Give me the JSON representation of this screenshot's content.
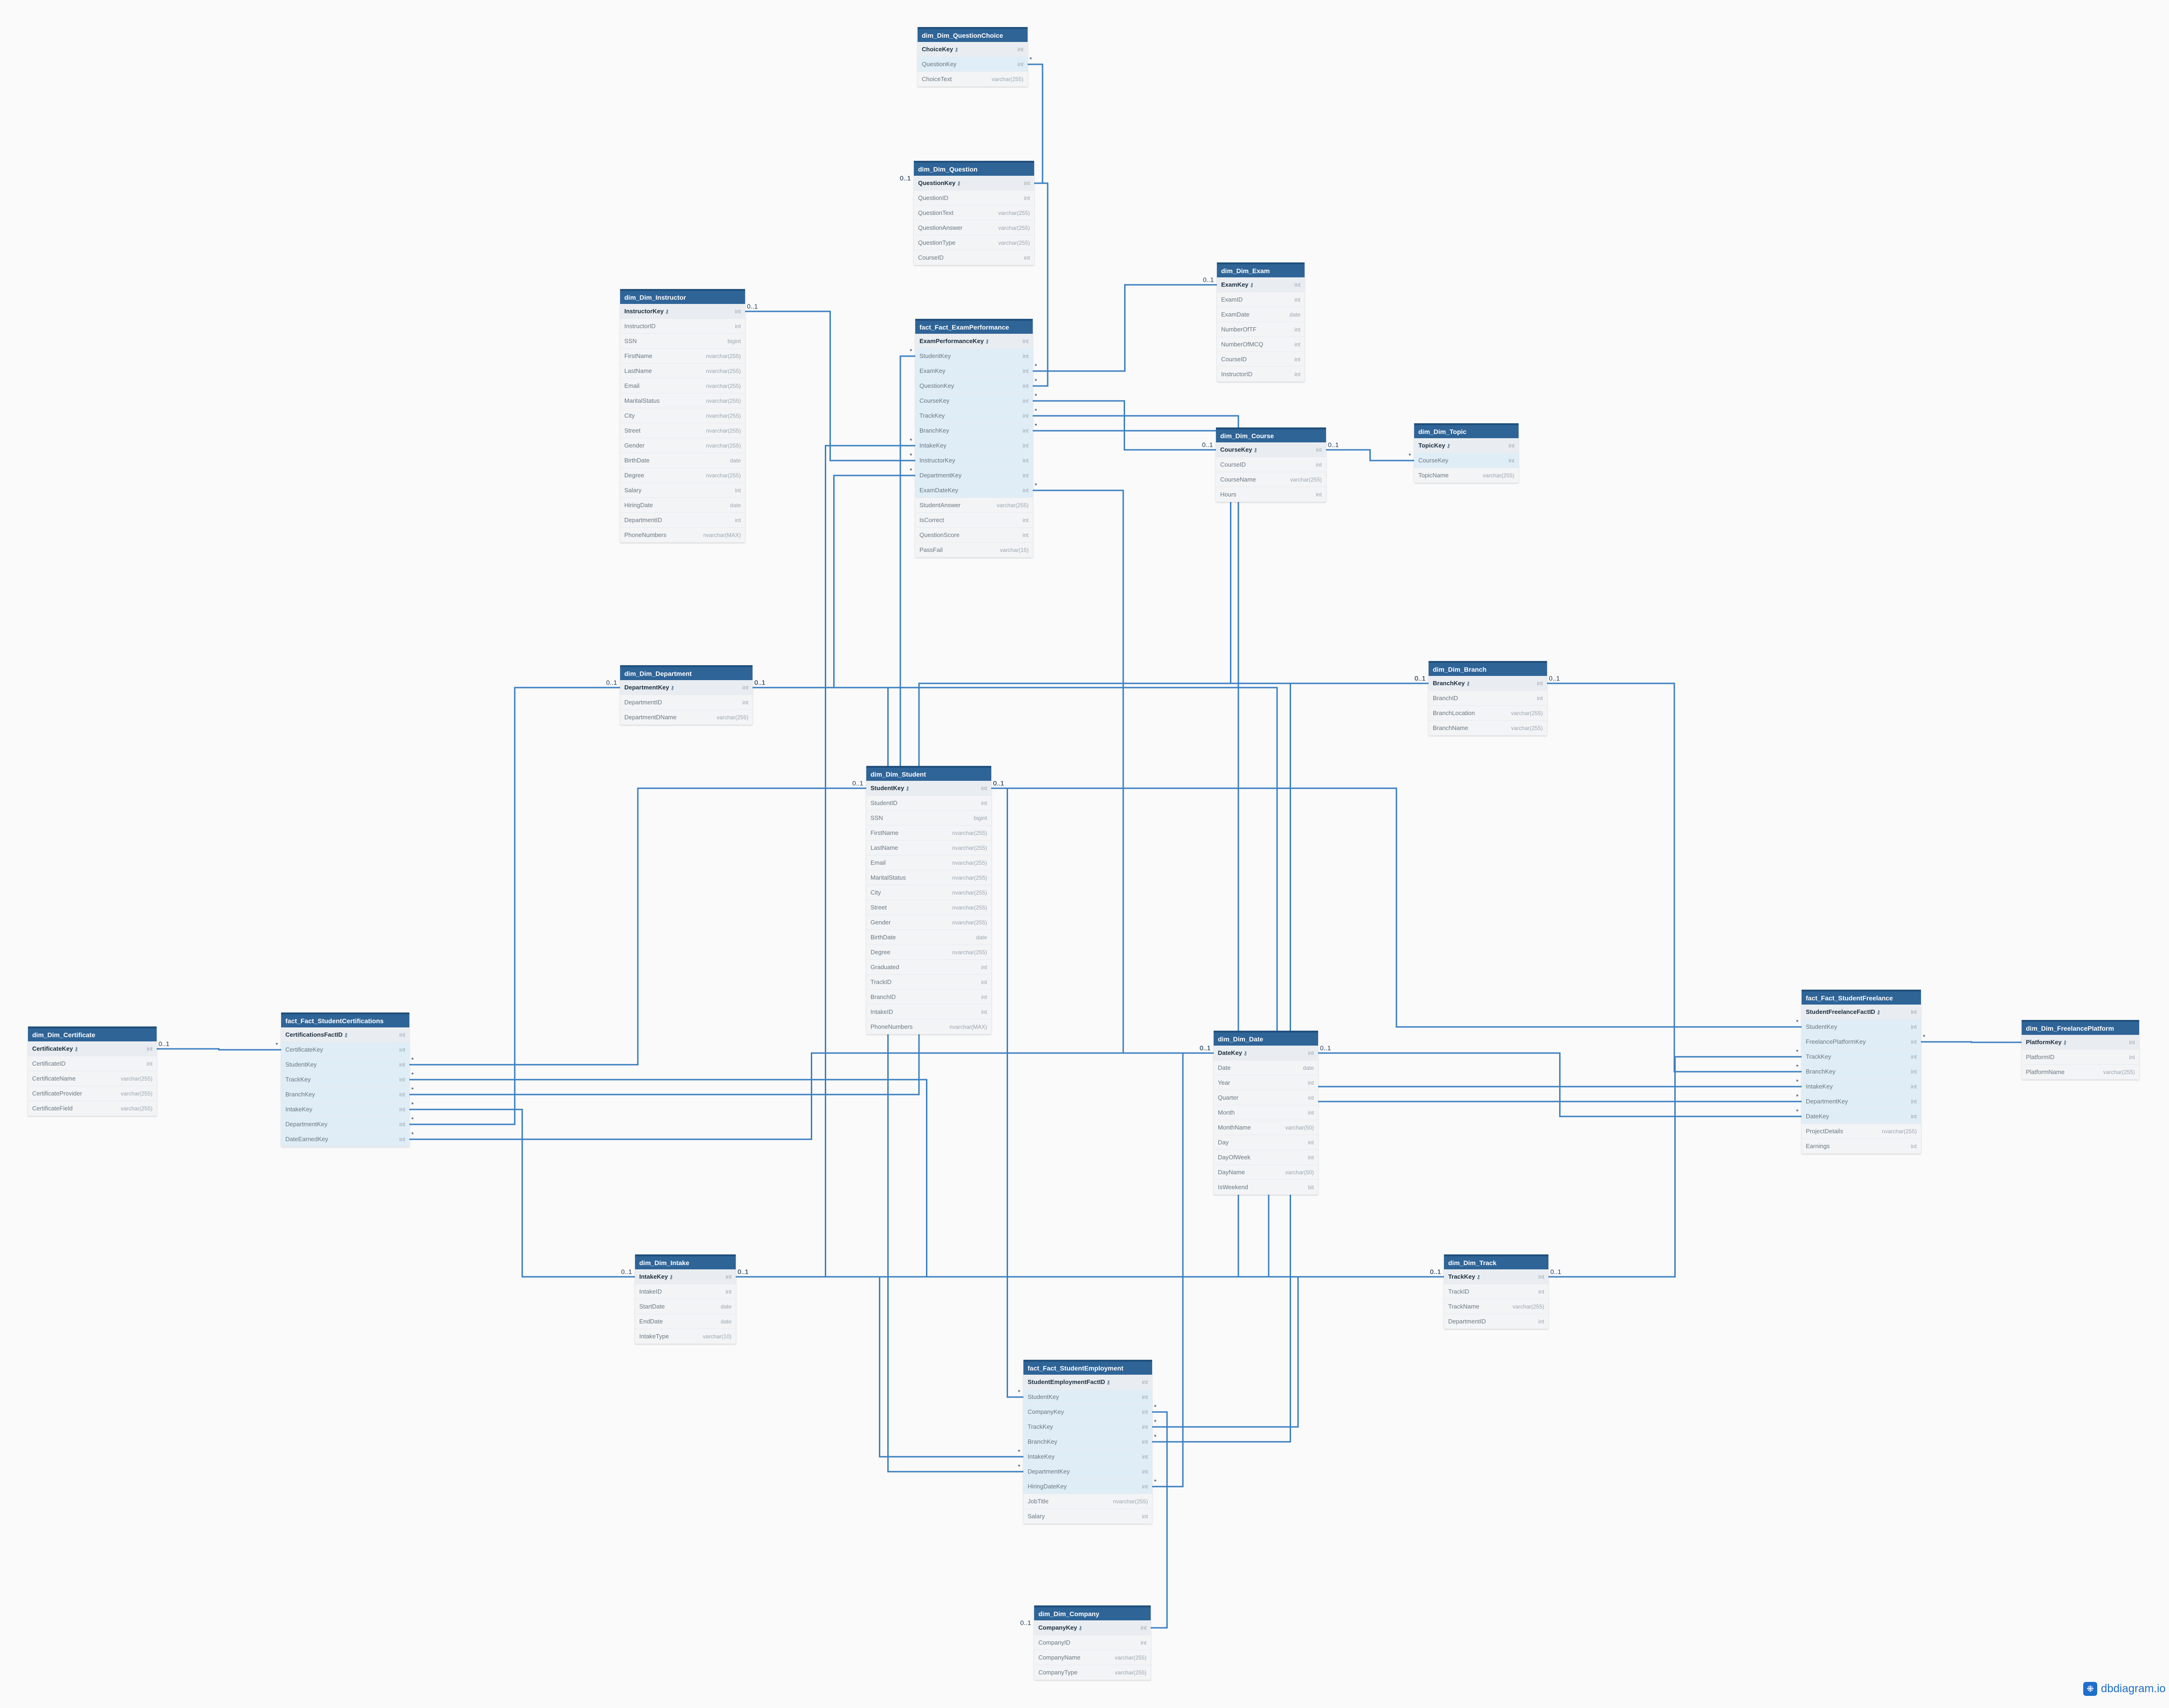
{
  "branding": {
    "logo_text": "dbdiagram.io",
    "logo_icon": "share-nodes-icon"
  },
  "colors": {
    "header": "#2f6497",
    "connector": "#3a7fc1",
    "fk_row": "#dfedf6"
  },
  "tables": [
    {
      "id": "t_choice",
      "name": "dim_Dim_QuestionChoice",
      "fields": [
        {
          "name": "ChoiceKey",
          "type": "int",
          "pk": true
        },
        {
          "name": "QuestionKey",
          "type": "int",
          "fk": true
        },
        {
          "name": "ChoiceText",
          "type": "varchar(255)"
        }
      ]
    },
    {
      "id": "t_question",
      "name": "dim_Dim_Question",
      "fields": [
        {
          "name": "QuestionKey",
          "type": "int",
          "pk": true
        },
        {
          "name": "QuestionID",
          "type": "int"
        },
        {
          "name": "QuestionText",
          "type": "varchar(255)"
        },
        {
          "name": "QuestionAnswer",
          "type": "varchar(255)"
        },
        {
          "name": "QuestionType",
          "type": "varchar(255)"
        },
        {
          "name": "CourseID",
          "type": "int"
        }
      ]
    },
    {
      "id": "t_instructor",
      "name": "dim_Dim_Instructor",
      "fields": [
        {
          "name": "InstructorKey",
          "type": "int",
          "pk": true
        },
        {
          "name": "InstructorID",
          "type": "int"
        },
        {
          "name": "SSN",
          "type": "bigint"
        },
        {
          "name": "FirstName",
          "type": "nvarchar(255)"
        },
        {
          "name": "LastName",
          "type": "nvarchar(255)"
        },
        {
          "name": "Email",
          "type": "nvarchar(255)"
        },
        {
          "name": "MaritalStatus",
          "type": "nvarchar(255)"
        },
        {
          "name": "City",
          "type": "nvarchar(255)"
        },
        {
          "name": "Street",
          "type": "nvarchar(255)"
        },
        {
          "name": "Gender",
          "type": "nvarchar(255)"
        },
        {
          "name": "BirthDate",
          "type": "date"
        },
        {
          "name": "Degree",
          "type": "nvarchar(255)"
        },
        {
          "name": "Salary",
          "type": "int"
        },
        {
          "name": "HiringDate",
          "type": "date"
        },
        {
          "name": "DepartmentID",
          "type": "int"
        },
        {
          "name": "PhoneNumbers",
          "type": "nvarchar(MAX)"
        }
      ]
    },
    {
      "id": "t_examperf",
      "name": "fact_Fact_ExamPerformance",
      "fields": [
        {
          "name": "ExamPerformanceKey",
          "type": "int",
          "pk": true
        },
        {
          "name": "StudentKey",
          "type": "int",
          "fk": true
        },
        {
          "name": "ExamKey",
          "type": "int",
          "fk": true
        },
        {
          "name": "QuestionKey",
          "type": "int",
          "fk": true
        },
        {
          "name": "CourseKey",
          "type": "int",
          "fk": true
        },
        {
          "name": "TrackKey",
          "type": "int",
          "fk": true
        },
        {
          "name": "BranchKey",
          "type": "int",
          "fk": true
        },
        {
          "name": "IntakeKey",
          "type": "int",
          "fk": true
        },
        {
          "name": "InstructorKey",
          "type": "int",
          "fk": true
        },
        {
          "name": "DepartmentKey",
          "type": "int",
          "fk": true
        },
        {
          "name": "ExamDateKey",
          "type": "int",
          "fk": true
        },
        {
          "name": "StudentAnswer",
          "type": "varchar(255)"
        },
        {
          "name": "IsCorrect",
          "type": "int"
        },
        {
          "name": "QuestionScore",
          "type": "int"
        },
        {
          "name": "PassFail",
          "type": "varchar(15)"
        }
      ]
    },
    {
      "id": "t_exam",
      "name": "dim_Dim_Exam",
      "fields": [
        {
          "name": "ExamKey",
          "type": "int",
          "pk": true
        },
        {
          "name": "ExamID",
          "type": "int"
        },
        {
          "name": "ExamDate",
          "type": "date"
        },
        {
          "name": "NumberOfTF",
          "type": "int"
        },
        {
          "name": "NumberOfMCQ",
          "type": "int"
        },
        {
          "name": "CourseID",
          "type": "int"
        },
        {
          "name": "InstructorID",
          "type": "int"
        }
      ]
    },
    {
      "id": "t_course",
      "name": "dim_Dim_Course",
      "fields": [
        {
          "name": "CourseKey",
          "type": "int",
          "pk": true
        },
        {
          "name": "CourseID",
          "type": "int"
        },
        {
          "name": "CourseName",
          "type": "varchar(255)"
        },
        {
          "name": "Hours",
          "type": "int"
        }
      ]
    },
    {
      "id": "t_topic",
      "name": "dim_Dim_Topic",
      "fields": [
        {
          "name": "TopicKey",
          "type": "int",
          "pk": true
        },
        {
          "name": "CourseKey",
          "type": "int",
          "fk": true
        },
        {
          "name": "TopicName",
          "type": "varchar(255)"
        }
      ]
    },
    {
      "id": "t_department",
      "name": "dim_Dim_Department",
      "fields": [
        {
          "name": "DepartmentKey",
          "type": "int",
          "pk": true
        },
        {
          "name": "DepartmentID",
          "type": "int"
        },
        {
          "name": "DepartmentDName",
          "type": "varchar(255)"
        }
      ]
    },
    {
      "id": "t_branch",
      "name": "dim_Dim_Branch",
      "fields": [
        {
          "name": "BranchKey",
          "type": "int",
          "pk": true
        },
        {
          "name": "BranchID",
          "type": "int"
        },
        {
          "name": "BranchLocation",
          "type": "varchar(255)"
        },
        {
          "name": "BranchName",
          "type": "varchar(255)"
        }
      ]
    },
    {
      "id": "t_student",
      "name": "dim_Dim_Student",
      "fields": [
        {
          "name": "StudentKey",
          "type": "int",
          "pk": true
        },
        {
          "name": "StudentID",
          "type": "int"
        },
        {
          "name": "SSN",
          "type": "bigint"
        },
        {
          "name": "FirstName",
          "type": "nvarchar(255)"
        },
        {
          "name": "LastName",
          "type": "nvarchar(255)"
        },
        {
          "name": "Email",
          "type": "nvarchar(255)"
        },
        {
          "name": "MaritalStatus",
          "type": "nvarchar(255)"
        },
        {
          "name": "City",
          "type": "nvarchar(255)"
        },
        {
          "name": "Street",
          "type": "nvarchar(255)"
        },
        {
          "name": "Gender",
          "type": "nvarchar(255)"
        },
        {
          "name": "BirthDate",
          "type": "date"
        },
        {
          "name": "Degree",
          "type": "nvarchar(255)"
        },
        {
          "name": "Graduated",
          "type": "int"
        },
        {
          "name": "TrackID",
          "type": "int"
        },
        {
          "name": "BranchID",
          "type": "int"
        },
        {
          "name": "IntakeID",
          "type": "int"
        },
        {
          "name": "PhoneNumbers",
          "type": "nvarchar(MAX)"
        }
      ]
    },
    {
      "id": "t_certificate",
      "name": "dim_Dim_Certificate",
      "fields": [
        {
          "name": "CertificateKey",
          "type": "int",
          "pk": true
        },
        {
          "name": "CertificateID",
          "type": "int"
        },
        {
          "name": "CertificateName",
          "type": "varchar(255)"
        },
        {
          "name": "CertificateProvider",
          "type": "varchar(255)"
        },
        {
          "name": "CertificateField",
          "type": "varchar(255)"
        }
      ]
    },
    {
      "id": "t_certfact",
      "name": "fact_Fact_StudentCertifications",
      "fields": [
        {
          "name": "CertificationsFactID",
          "type": "int",
          "pk": true
        },
        {
          "name": "CertificateKey",
          "type": "int",
          "fk": true
        },
        {
          "name": "StudentKey",
          "type": "int",
          "fk": true
        },
        {
          "name": "TrackKey",
          "type": "int",
          "fk": true
        },
        {
          "name": "BranchKey",
          "type": "int",
          "fk": true
        },
        {
          "name": "IntakeKey",
          "type": "int",
          "fk": true
        },
        {
          "name": "DepartmentKey",
          "type": "int",
          "fk": true
        },
        {
          "name": "DateEarnedKey",
          "type": "int",
          "fk": true
        }
      ]
    },
    {
      "id": "t_date",
      "name": "dim_Dim_Date",
      "fields": [
        {
          "name": "DateKey",
          "type": "int",
          "pk": true
        },
        {
          "name": "Date",
          "type": "date"
        },
        {
          "name": "Year",
          "type": "int"
        },
        {
          "name": "Quarter",
          "type": "int"
        },
        {
          "name": "Month",
          "type": "int"
        },
        {
          "name": "MonthName",
          "type": "varchar(50)"
        },
        {
          "name": "Day",
          "type": "int"
        },
        {
          "name": "DayOfWeek",
          "type": "int"
        },
        {
          "name": "DayName",
          "type": "varchar(50)"
        },
        {
          "name": "IsWeekend",
          "type": "bit"
        }
      ]
    },
    {
      "id": "t_freefact",
      "name": "fact_Fact_StudentFreelance",
      "fields": [
        {
          "name": "StudentFreelanceFactID",
          "type": "int",
          "pk": true
        },
        {
          "name": "StudentKey",
          "type": "int",
          "fk": true
        },
        {
          "name": "FreelancePlatformKey",
          "type": "int",
          "fk": true
        },
        {
          "name": "TrackKey",
          "type": "int",
          "fk": true
        },
        {
          "name": "BranchKey",
          "type": "int",
          "fk": true
        },
        {
          "name": "IntakeKey",
          "type": "int",
          "fk": true
        },
        {
          "name": "DepartmentKey",
          "type": "int",
          "fk": true
        },
        {
          "name": "DateKey",
          "type": "int",
          "fk": true
        },
        {
          "name": "ProjectDetails",
          "type": "nvarchar(255)"
        },
        {
          "name": "Earnings",
          "type": "int"
        }
      ]
    },
    {
      "id": "t_platform",
      "name": "dim_Dim_FreelancePlatform",
      "fields": [
        {
          "name": "PlatformKey",
          "type": "int",
          "pk": true
        },
        {
          "name": "PlatformID",
          "type": "int"
        },
        {
          "name": "PlatformName",
          "type": "varchar(255)"
        }
      ]
    },
    {
      "id": "t_intake",
      "name": "dim_Dim_Intake",
      "fields": [
        {
          "name": "IntakeKey",
          "type": "int",
          "pk": true
        },
        {
          "name": "IntakeID",
          "type": "int"
        },
        {
          "name": "StartDate",
          "type": "date"
        },
        {
          "name": "EndDate",
          "type": "date"
        },
        {
          "name": "IntakeType",
          "type": "varchar(10)"
        }
      ]
    },
    {
      "id": "t_track",
      "name": "dim_Dim_Track",
      "fields": [
        {
          "name": "TrackKey",
          "type": "int",
          "pk": true
        },
        {
          "name": "TrackID",
          "type": "int"
        },
        {
          "name": "TrackName",
          "type": "varchar(255)"
        },
        {
          "name": "DepartmentID",
          "type": "int"
        }
      ]
    },
    {
      "id": "t_empfact",
      "name": "fact_Fact_StudentEmployment",
      "fields": [
        {
          "name": "StudentEmploymentFactID",
          "type": "int",
          "pk": true
        },
        {
          "name": "StudentKey",
          "type": "int",
          "fk": true
        },
        {
          "name": "CompanyKey",
          "type": "int",
          "fk": true
        },
        {
          "name": "TrackKey",
          "type": "int",
          "fk": true
        },
        {
          "name": "BranchKey",
          "type": "int",
          "fk": true
        },
        {
          "name": "IntakeKey",
          "type": "int",
          "fk": true
        },
        {
          "name": "DepartmentKey",
          "type": "int",
          "fk": true
        },
        {
          "name": "HiringDateKey",
          "type": "int",
          "fk": true
        },
        {
          "name": "JobTitle",
          "type": "nvarchar(255)"
        },
        {
          "name": "Salary",
          "type": "int"
        }
      ]
    },
    {
      "id": "t_company",
      "name": "dim_Dim_Company",
      "fields": [
        {
          "name": "CompanyKey",
          "type": "int",
          "pk": true
        },
        {
          "name": "CompanyID",
          "type": "int"
        },
        {
          "name": "CompanyName",
          "type": "varchar(255)"
        },
        {
          "name": "CompanyType",
          "type": "varchar(255)"
        }
      ]
    }
  ],
  "relations": [
    {
      "from": "t_choice.QuestionKey",
      "to": "t_question.QuestionKey",
      "label": "0..1"
    },
    {
      "from": "t_examperf.QuestionKey",
      "to": "t_question.QuestionKey",
      "label": "0..1"
    },
    {
      "from": "t_examperf.ExamKey",
      "to": "t_exam.ExamKey",
      "label": "0..1"
    },
    {
      "from": "t_examperf.InstructorKey",
      "to": "t_instructor.InstructorKey",
      "label": "0..1"
    },
    {
      "from": "t_examperf.CourseKey",
      "to": "t_course.CourseKey",
      "label": "0..1"
    },
    {
      "from": "t_topic.CourseKey",
      "to": "t_course.CourseKey",
      "label": "0..1"
    },
    {
      "from": "t_examperf.DepartmentKey",
      "to": "t_department.DepartmentKey",
      "label": "0..1"
    },
    {
      "from": "t_examperf.BranchKey",
      "to": "t_branch.BranchKey",
      "label": "0..1"
    },
    {
      "from": "t_examperf.StudentKey",
      "to": "t_student.StudentKey",
      "label": "0..1"
    },
    {
      "from": "t_examperf.ExamDateKey",
      "to": "t_date.DateKey",
      "label": "0..1"
    },
    {
      "from": "t_examperf.IntakeKey",
      "to": "t_intake.IntakeKey",
      "label": "0..1"
    },
    {
      "from": "t_examperf.TrackKey",
      "to": "t_track.TrackKey",
      "label": "0..1"
    },
    {
      "from": "t_certfact.CertificateKey",
      "to": "t_certificate.CertificateKey",
      "label": "0..1"
    },
    {
      "from": "t_certfact.StudentKey",
      "to": "t_student.StudentKey",
      "label": "0..1"
    },
    {
      "from": "t_certfact.TrackKey",
      "to": "t_track.TrackKey",
      "label": "0..1"
    },
    {
      "from": "t_certfact.BranchKey",
      "to": "t_branch.BranchKey",
      "label": "0..1"
    },
    {
      "from": "t_certfact.IntakeKey",
      "to": "t_intake.IntakeKey",
      "label": "0..1"
    },
    {
      "from": "t_certfact.DepartmentKey",
      "to": "t_department.DepartmentKey",
      "label": "0..1"
    },
    {
      "from": "t_certfact.DateEarnedKey",
      "to": "t_date.DateKey",
      "label": "0..1"
    },
    {
      "from": "t_freefact.StudentKey",
      "to": "t_student.StudentKey",
      "label": "0..1"
    },
    {
      "from": "t_freefact.FreelancePlatformKey",
      "to": "t_platform.PlatformKey",
      "label": ""
    },
    {
      "from": "t_freefact.TrackKey",
      "to": "t_track.TrackKey",
      "label": "0..1"
    },
    {
      "from": "t_freefact.BranchKey",
      "to": "t_branch.BranchKey",
      "label": "0..1"
    },
    {
      "from": "t_freefact.IntakeKey",
      "to": "t_intake.IntakeKey",
      "label": "0..1"
    },
    {
      "from": "t_freefact.DepartmentKey",
      "to": "t_department.DepartmentKey",
      "label": "0..1"
    },
    {
      "from": "t_freefact.DateKey",
      "to": "t_date.DateKey",
      "label": "0..1"
    },
    {
      "from": "t_empfact.StudentKey",
      "to": "t_student.StudentKey",
      "label": "0..1"
    },
    {
      "from": "t_empfact.CompanyKey",
      "to": "t_company.CompanyKey",
      "label": "0..1"
    },
    {
      "from": "t_empfact.TrackKey",
      "to": "t_track.TrackKey",
      "label": "0..1"
    },
    {
      "from": "t_empfact.BranchKey",
      "to": "t_branch.BranchKey",
      "label": "0..1"
    },
    {
      "from": "t_empfact.IntakeKey",
      "to": "t_intake.IntakeKey",
      "label": "0..1"
    },
    {
      "from": "t_empfact.DepartmentKey",
      "to": "t_department.DepartmentKey",
      "label": "0..1"
    },
    {
      "from": "t_empfact.HiringDateKey",
      "to": "t_date.DateKey",
      "label": "0..1"
    }
  ]
}
